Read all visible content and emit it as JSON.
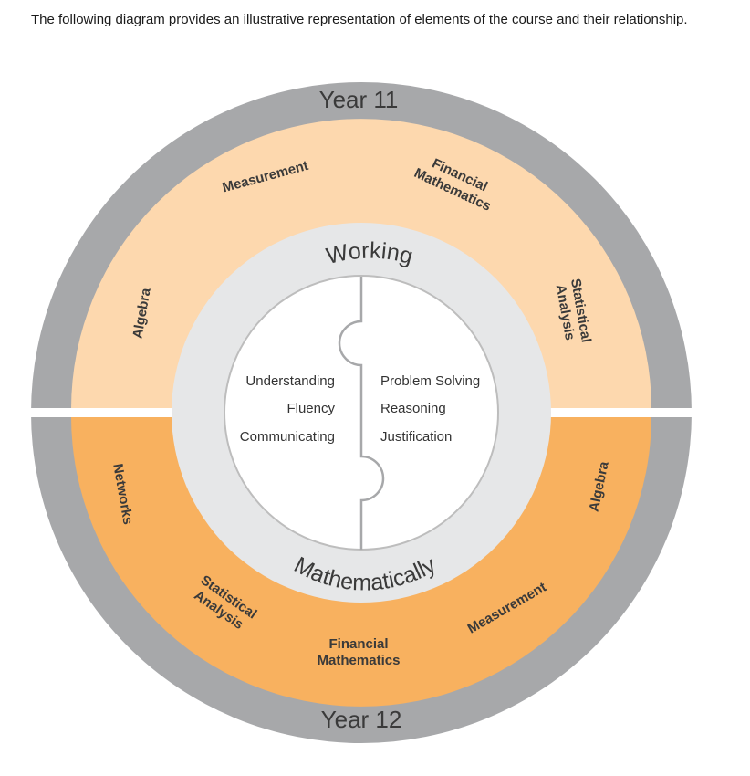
{
  "intro_text": "The following diagram provides an illustrative representation of elements of the course and their relationship.",
  "diagram": {
    "year_top": "Year 11",
    "year_bottom": "Year 12",
    "year11_topics": {
      "algebra": "Algebra",
      "measurement": "Measurement",
      "financial_1": "Financial",
      "financial_2": "Mathematics",
      "statistical_1": "Statistical",
      "statistical_2": "Analysis"
    },
    "year12_topics": {
      "networks": "Networks",
      "statistical_1": "Statistical",
      "statistical_2": "Analysis",
      "financial_1": "Financial",
      "financial_2": "Mathematics",
      "measurement": "Measurement",
      "algebra": "Algebra"
    },
    "working": "Working",
    "mathematically": "Mathematically",
    "proficiencies_left": [
      "Understanding",
      "Fluency",
      "Communicating"
    ],
    "proficiencies_right": [
      "Problem Solving",
      "Reasoning",
      "Justification"
    ],
    "colors": {
      "outer_ring": "#a7a8aa",
      "year11_band": "#fdd8ae",
      "year12_band": "#f8b15f",
      "working_ring": "#e6e7e8",
      "core": "#ffffff",
      "divider": "#ffffff",
      "text": "#3a3a3a"
    }
  }
}
